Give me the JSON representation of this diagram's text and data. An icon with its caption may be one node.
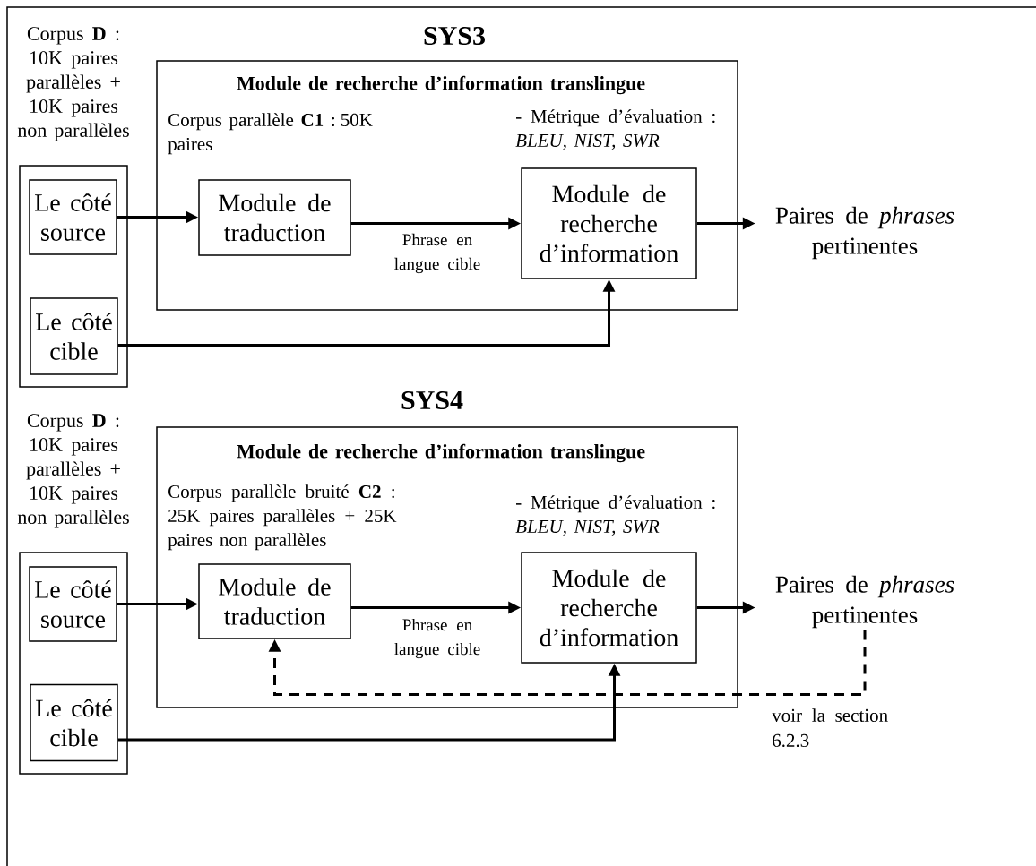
{
  "diagram": {
    "nodes": [
      {
        "text": [
          "Corpus **D** : 10K paires parallèles + 10K paires non parallèles"
        ]
      },
      {
        "text": [
          "Le côté source"
        ],
        "in": 0
      },
      {
        "text": [
          "Le côté cible"
        ],
        "in": 0
      },
      {
        "text": [
          "Module de recherche d’information translingue",
          "Corpus parallèle **C1** : 50K paires",
          "- Métrique d’évaluation : *BLEU, NIST, SWR*"
        ]
      },
      {
        "text": [
          "Module de traduction"
        ],
        "in": 3
      },
      {
        "text": [
          "Module de recherche d’information"
        ],
        "in": 3
      },
      {
        "text": [
          "Paires de *phrases* pertinentes"
        ]
      },
      {
        "text": [
          "Corpus **D** : 10K paires parallèles + 10K paires non parallèles"
        ]
      },
      {
        "text": [
          "Le côté source"
        ],
        "in": 7
      },
      {
        "text": [
          "Le côté cible"
        ],
        "in": 7
      },
      {
        "text": [
          "Module de recherche d’information translingue",
          "Corpus parallèle bruité **C2** : 25K paires parallèles + 25K paires non parallèles",
          "- Métrique d’évaluation : *BLEU, NIST, SWR*"
        ]
      },
      {
        "text": [
          "Module de traduction"
        ],
        "in": 10
      },
      {
        "text": [
          "Module de recherche d’information"
        ],
        "in": 10
      },
      {
        "text": [
          "Paires de *phrases* pertinentes"
        ]
      }
    ],
    "edges": [
      {
        "from": 1,
        "to": 4,
        "arrow": "to"
      },
      {
        "from": 4,
        "to": 5,
        "arrow": "to",
        "label": "Phrase en langue cible"
      },
      {
        "from": 2,
        "to": 5,
        "arrow": "to"
      },
      {
        "from": 5,
        "to": 6,
        "arrow": "to"
      },
      {
        "from": 8,
        "to": 11,
        "arrow": "to"
      },
      {
        "from": 11,
        "to": 12,
        "arrow": "to",
        "label": "Phrase en langue cible"
      },
      {
        "from": 9,
        "to": 12,
        "arrow": "to"
      },
      {
        "from": 12,
        "to": 13,
        "arrow": "to"
      },
      {
        "from": 13,
        "to": 11,
        "arrow": "to",
        "style": "dashed",
        "label": "voir la section 6.2.3"
      }
    ],
    "labels": [
      "SYS3",
      "SYS4"
    ]
  }
}
